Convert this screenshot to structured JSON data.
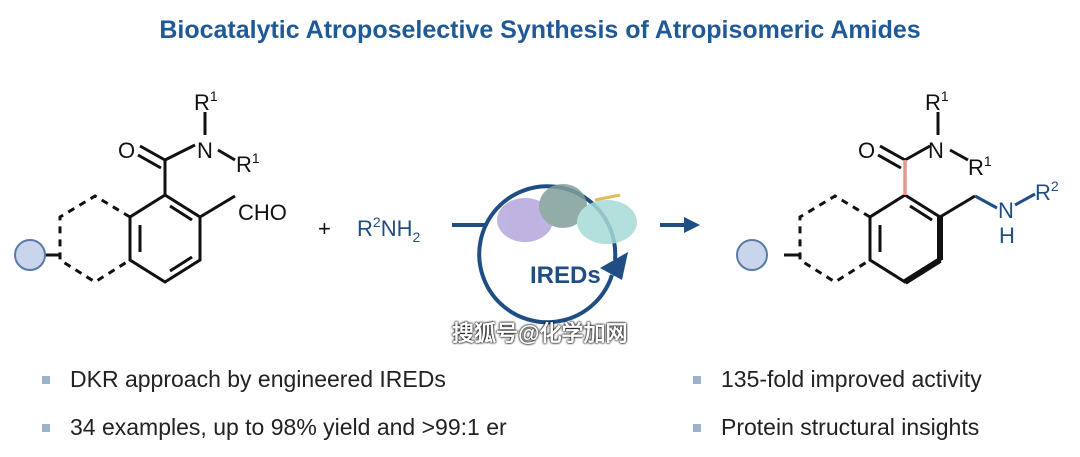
{
  "title": "Biocatalytic Atroposelective Synthesis of Atropisomeric Amides",
  "scheme": {
    "reactant_aldehyde": "CHO",
    "plus": "+",
    "amine": {
      "R": "R",
      "sup": "2",
      "rest": "NH",
      "sub": "2"
    },
    "catalyst_label": "IREDs",
    "atoms": {
      "O": "O",
      "N": "N",
      "H": "H"
    },
    "r1": {
      "R": "R",
      "sup": "1"
    },
    "r2": {
      "R": "R",
      "sup": "2"
    }
  },
  "bullets_left": [
    "DKR approach by engineered IREDs",
    "34 examples, up to 98% yield and >99:1 er"
  ],
  "bullets_right": [
    "135-fold improved activity",
    "Protein structural insights"
  ],
  "watermark": "搜狐号@化学加网",
  "colors": {
    "title": "#1f5a96",
    "accent": "#1f4e85",
    "bond_highlight": "#e8958f",
    "bullet": "#9fb2cc"
  }
}
